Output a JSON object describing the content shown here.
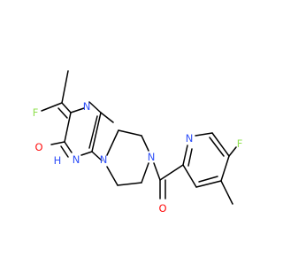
{
  "colors": {
    "bond": "#000000",
    "nitrogen": "#3050f8",
    "oxygen": "#ff0d0d",
    "fluorine": "#90e050",
    "background": "#ffffff"
  },
  "atoms": {
    "f_pyrimidinone": "F",
    "n_pyrimidine_top": "N",
    "nh_pyrimidinone": "N",
    "h_pyrimidinone": "H",
    "o_pyrimidinone": "O",
    "n_piperazine_left": "N",
    "n_piperazine_right": "N",
    "o_carbonyl": "O",
    "n_pyridine": "N",
    "f_pyridine": "F"
  }
}
